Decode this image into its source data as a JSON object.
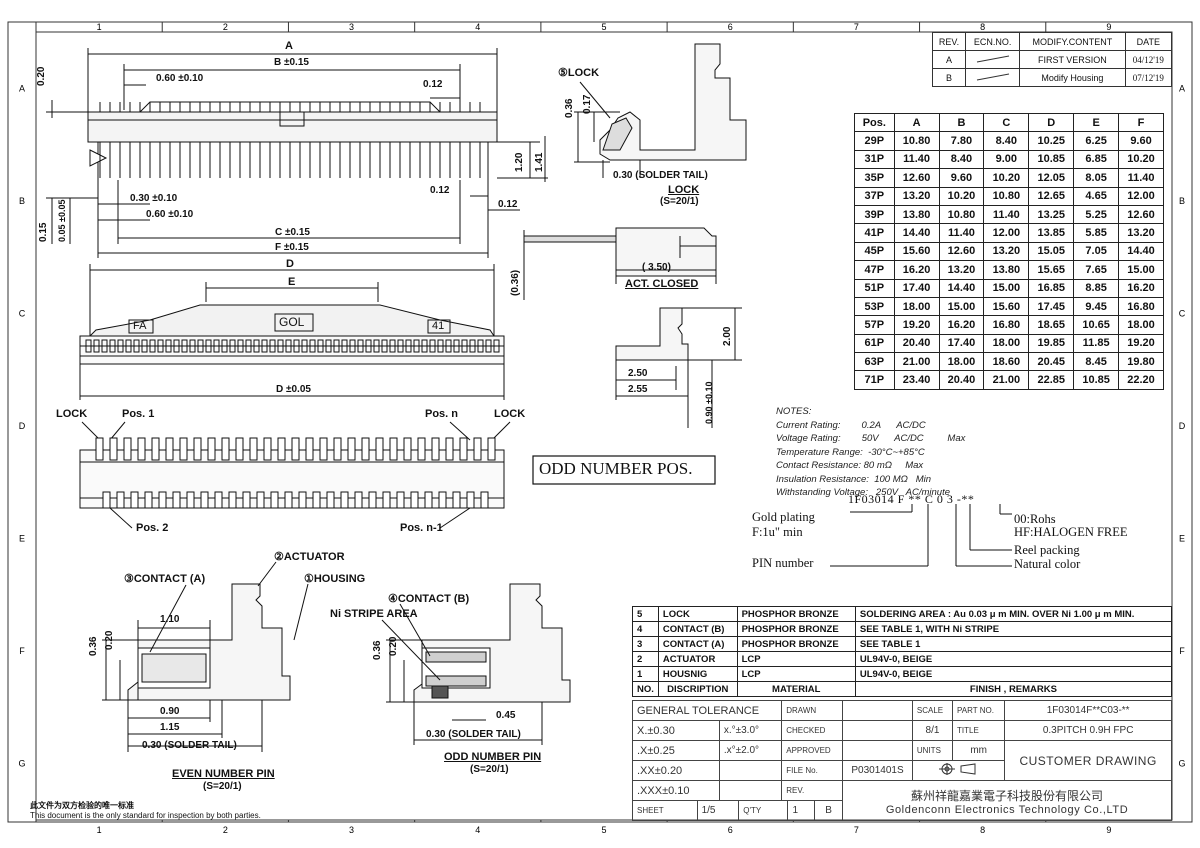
{
  "frame": {
    "cols": [
      "1",
      "2",
      "3",
      "4",
      "5",
      "6",
      "7",
      "8",
      "9"
    ],
    "rows": [
      "A",
      "B",
      "C",
      "D",
      "E",
      "F",
      "G"
    ]
  },
  "revision_table": {
    "headers": [
      "REV.",
      "ECN.NO.",
      "MODIFY.CONTENT",
      "DATE"
    ],
    "rows": [
      {
        "rev": "A",
        "content": "FIRST VERSION",
        "date": "04/12'19"
      },
      {
        "rev": "B",
        "content": "Modify Housing",
        "date": "07/12'19"
      }
    ]
  },
  "pos_table": {
    "headers": [
      "Pos.",
      "A",
      "B",
      "C",
      "D",
      "E",
      "F"
    ],
    "rows": [
      [
        "29P",
        "10.80",
        "7.80",
        "8.40",
        "10.25",
        "6.25",
        "9.60"
      ],
      [
        "31P",
        "11.40",
        "8.40",
        "9.00",
        "10.85",
        "6.85",
        "10.20"
      ],
      [
        "35P",
        "12.60",
        "9.60",
        "10.20",
        "12.05",
        "8.05",
        "11.40"
      ],
      [
        "37P",
        "13.20",
        "10.20",
        "10.80",
        "12.65",
        "4.65",
        "12.00"
      ],
      [
        "39P",
        "13.80",
        "10.80",
        "11.40",
        "13.25",
        "5.25",
        "12.60"
      ],
      [
        "41P",
        "14.40",
        "11.40",
        "12.00",
        "13.85",
        "5.85",
        "13.20"
      ],
      [
        "45P",
        "15.60",
        "12.60",
        "13.20",
        "15.05",
        "7.05",
        "14.40"
      ],
      [
        "47P",
        "16.20",
        "13.20",
        "13.80",
        "15.65",
        "7.65",
        "15.00"
      ],
      [
        "51P",
        "17.40",
        "14.40",
        "15.00",
        "16.85",
        "8.85",
        "16.20"
      ],
      [
        "53P",
        "18.00",
        "15.00",
        "15.60",
        "17.45",
        "9.45",
        "16.80"
      ],
      [
        "57P",
        "19.20",
        "16.20",
        "16.80",
        "18.65",
        "10.65",
        "18.00"
      ],
      [
        "61P",
        "20.40",
        "17.40",
        "18.00",
        "19.85",
        "11.85",
        "19.20"
      ],
      [
        "63P",
        "21.00",
        "18.00",
        "18.60",
        "20.45",
        "8.45",
        "19.80"
      ],
      [
        "71P",
        "23.40",
        "20.40",
        "21.00",
        "22.85",
        "10.85",
        "22.20"
      ]
    ]
  },
  "notes": {
    "title": "NOTES:",
    "lines": [
      "Current Rating:        0.2A      AC/DC",
      "Voltage Rating:        50V      AC/DC         Max",
      "Temperature Range:  -30°C~+85°C",
      "Contact Resistance: 80 mΩ     Max",
      "Insulation Resistance:  100 MΩ   Min",
      "Withstanding Voltage:   250V   AC/minute"
    ]
  },
  "part_number": {
    "code": "1F03014 F ** C 0 3 -**",
    "gold": "Gold plating",
    "gold2": "F:1u\" min",
    "pin": "PIN number",
    "rohs": "00:Rohs",
    "hf": "HF:HALOGEN FREE",
    "reel": "Reel packing",
    "natural": "Natural color"
  },
  "dims": {
    "A": "A",
    "B": "B ±0.15",
    "C": "C ±0.15",
    "D": "D",
    "D2": "D ±0.05",
    "E": "E",
    "F": "F ±0.15",
    "d060a": "0.60 ±0.10",
    "d030": "0.30 ±0.10",
    "d060b": "0.60 ±0.10",
    "d012a": "0.12",
    "d012b": "0.12",
    "d012c": "0.12",
    "d020": "0.20",
    "d015": "0.15",
    "d005": "0.05 ±0.05",
    "d120": "1.20",
    "d141": "1.41",
    "d036a": "0.36",
    "d017": "0.17",
    "d036b": "(0.36)",
    "d350": "( 3.50)",
    "d200": "2.00",
    "d250": "2.50",
    "d255": "2.55",
    "d090": "0.90 ±0.10",
    "fa": "FA",
    "gol": "GOL",
    "n41": "41"
  },
  "labels": {
    "lock5": "⑤LOCK",
    "solder_tail": "0.30 (SOLDER TAIL)",
    "lock_view": "LOCK",
    "lock_scale": "(S=20/1)",
    "act_closed": "ACT. CLOSED",
    "lock_l": "LOCK",
    "pos1": "Pos. 1",
    "posn": "Pos. n",
    "lock_r": "LOCK",
    "pos2": "Pos. 2",
    "posn1": "Pos. n-1",
    "odd_box": "ODD NUMBER POS.",
    "actuator": "②ACTUATOR",
    "contact_a": "③CONTACT (A)",
    "housing": "①HOUSING",
    "e110": "1.10",
    "e036": "0.36",
    "e020": "0.20",
    "e090": "0.90",
    "e115": "1.15",
    "e_tail": "0.30 (SOLDER TAIL)",
    "even_title": "EVEN NUMBER PIN",
    "even_scale": "(S=20/1)",
    "contact_b": "④CONTACT (B)",
    "ni": "Ni STRIPE AREA",
    "o036": "0.36",
    "o020": "0.20",
    "o045": "0.45",
    "o_tail": "0.30 (SOLDER TAIL)",
    "odd_title": "ODD NUMBER PIN",
    "odd_scale": "(S=20/1)"
  },
  "material_table": {
    "headers": [
      "NO.",
      "DISCRIPTION",
      "MATERIAL",
      "FINISH , REMARKS"
    ],
    "rows": [
      [
        "5",
        "LOCK",
        "PHOSPHOR BRONZE",
        "SOLDERING AREA : Au 0.03 μ m MIN. OVER Ni 1.00 μ m MIN."
      ],
      [
        "4",
        "CONTACT (B)",
        "PHOSPHOR BRONZE",
        "SEE TABLE 1, WITH Ni STRIPE"
      ],
      [
        "3",
        "CONTACT (A)",
        "PHOSPHOR BRONZE",
        "SEE TABLE 1"
      ],
      [
        "2",
        "ACTUATOR",
        "LCP",
        "UL94V-0, BEIGE"
      ],
      [
        "1",
        "HOUSNIG",
        "LCP",
        "UL94V-0, BEIGE"
      ]
    ]
  },
  "title_block": {
    "general_tol": "GENERAL TOLERANCE",
    "t1": "X.±0.30",
    "a1": "x.°±3.0°",
    "t2": ".X±0.25",
    "a2": ".x°±2.0°",
    "t3": ".XX±0.20",
    "t4": ".XXX±0.10",
    "drawn": "DRAWN",
    "checked": "CHECKED",
    "approved": "APPROVED",
    "file_no": "FILE No.",
    "file_val": "P0301401S",
    "rev": "REV.",
    "scale": "SCALE",
    "scale_val": "8/1",
    "units": "UNITS",
    "units_val": "mm",
    "part_no": "PART NO.",
    "part_val": "1F03014F**C03-**",
    "title": "TITLE",
    "title_val": "0.3PITCH 0.9H FPC",
    "customer": "CUSTOMER DRAWING",
    "sheet": "SHEET",
    "sheet_val": "1/5",
    "qty": "Q'TY",
    "qty_val": "1",
    "rev_val": "B",
    "company_cn": "蘇州祥龍嘉業電子科技股份有限公司",
    "company_en": "Goldenconn Electronics Technology Co.,LTD"
  },
  "footer": {
    "cn": "此文件为双方检验的唯一标准",
    "en": "This document is the only standard for inspection by both parties."
  }
}
